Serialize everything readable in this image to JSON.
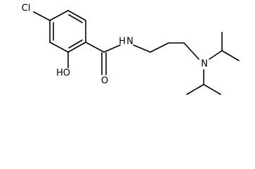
{
  "atoms": {
    "chlorine": "Cl",
    "hydroxyl": "HO",
    "amide_nitrogen": "N",
    "amide_hydrogen": "H",
    "carbonyl_oxygen": "O",
    "amine_nitrogen": "N"
  }
}
